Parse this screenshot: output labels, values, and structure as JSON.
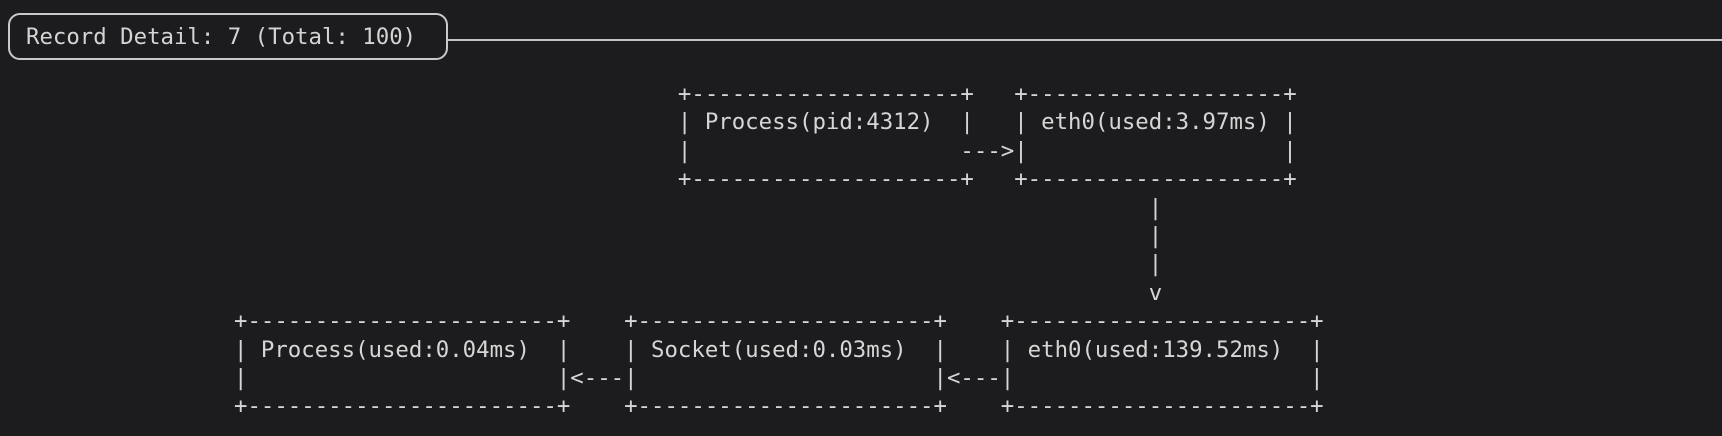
{
  "colors": {
    "background": "#1c1c1e",
    "foreground": "#d6d6d6",
    "border": "#c9c9c9"
  },
  "header": {
    "title": "Record Detail: 7 (Total: 100)",
    "record_index": "7",
    "record_total": "100"
  },
  "diagram": {
    "nodes": [
      {
        "id": "process-top",
        "label": "Process(pid:4312)"
      },
      {
        "id": "eth0-top",
        "label": "eth0(used:3.97ms)"
      },
      {
        "id": "eth0-bottom",
        "label": "eth0(used:139.52ms)"
      },
      {
        "id": "socket-bottom",
        "label": "Socket(used:0.03ms)"
      },
      {
        "id": "process-bottom",
        "label": "Process(used:0.04ms)"
      }
    ],
    "edges": [
      {
        "from": "Process(pid:4312)",
        "to": "eth0(used:3.97ms)",
        "direction": "right"
      },
      {
        "from": "eth0(used:3.97ms)",
        "to": "eth0(used:139.52ms)",
        "direction": "down"
      },
      {
        "from": "eth0(used:139.52ms)",
        "to": "Socket(used:0.03ms)",
        "direction": "left"
      },
      {
        "from": "Socket(used:0.03ms)",
        "to": "Process(used:0.04ms)",
        "direction": "left"
      }
    ],
    "ascii_lines": [
      "                                 +--------------------+   +-------------------+",
      "                                 | Process(pid:4312)  |   | eth0(used:3.97ms) |",
      "                                 |                    --->|                   |",
      "                                 +--------------------+   +-------------------+",
      "                                                                    |",
      "                                                                    |",
      "                                                                    |",
      "                                                                    v",
      "+-----------------------+    +----------------------+    +----------------------+",
      "| Process(used:0.04ms)  |    | Socket(used:0.03ms)  |    | eth0(used:139.52ms)  |",
      "|                       |<---|                      |<---|                      |",
      "+-----------------------+    +----------------------+    +----------------------+"
    ]
  }
}
